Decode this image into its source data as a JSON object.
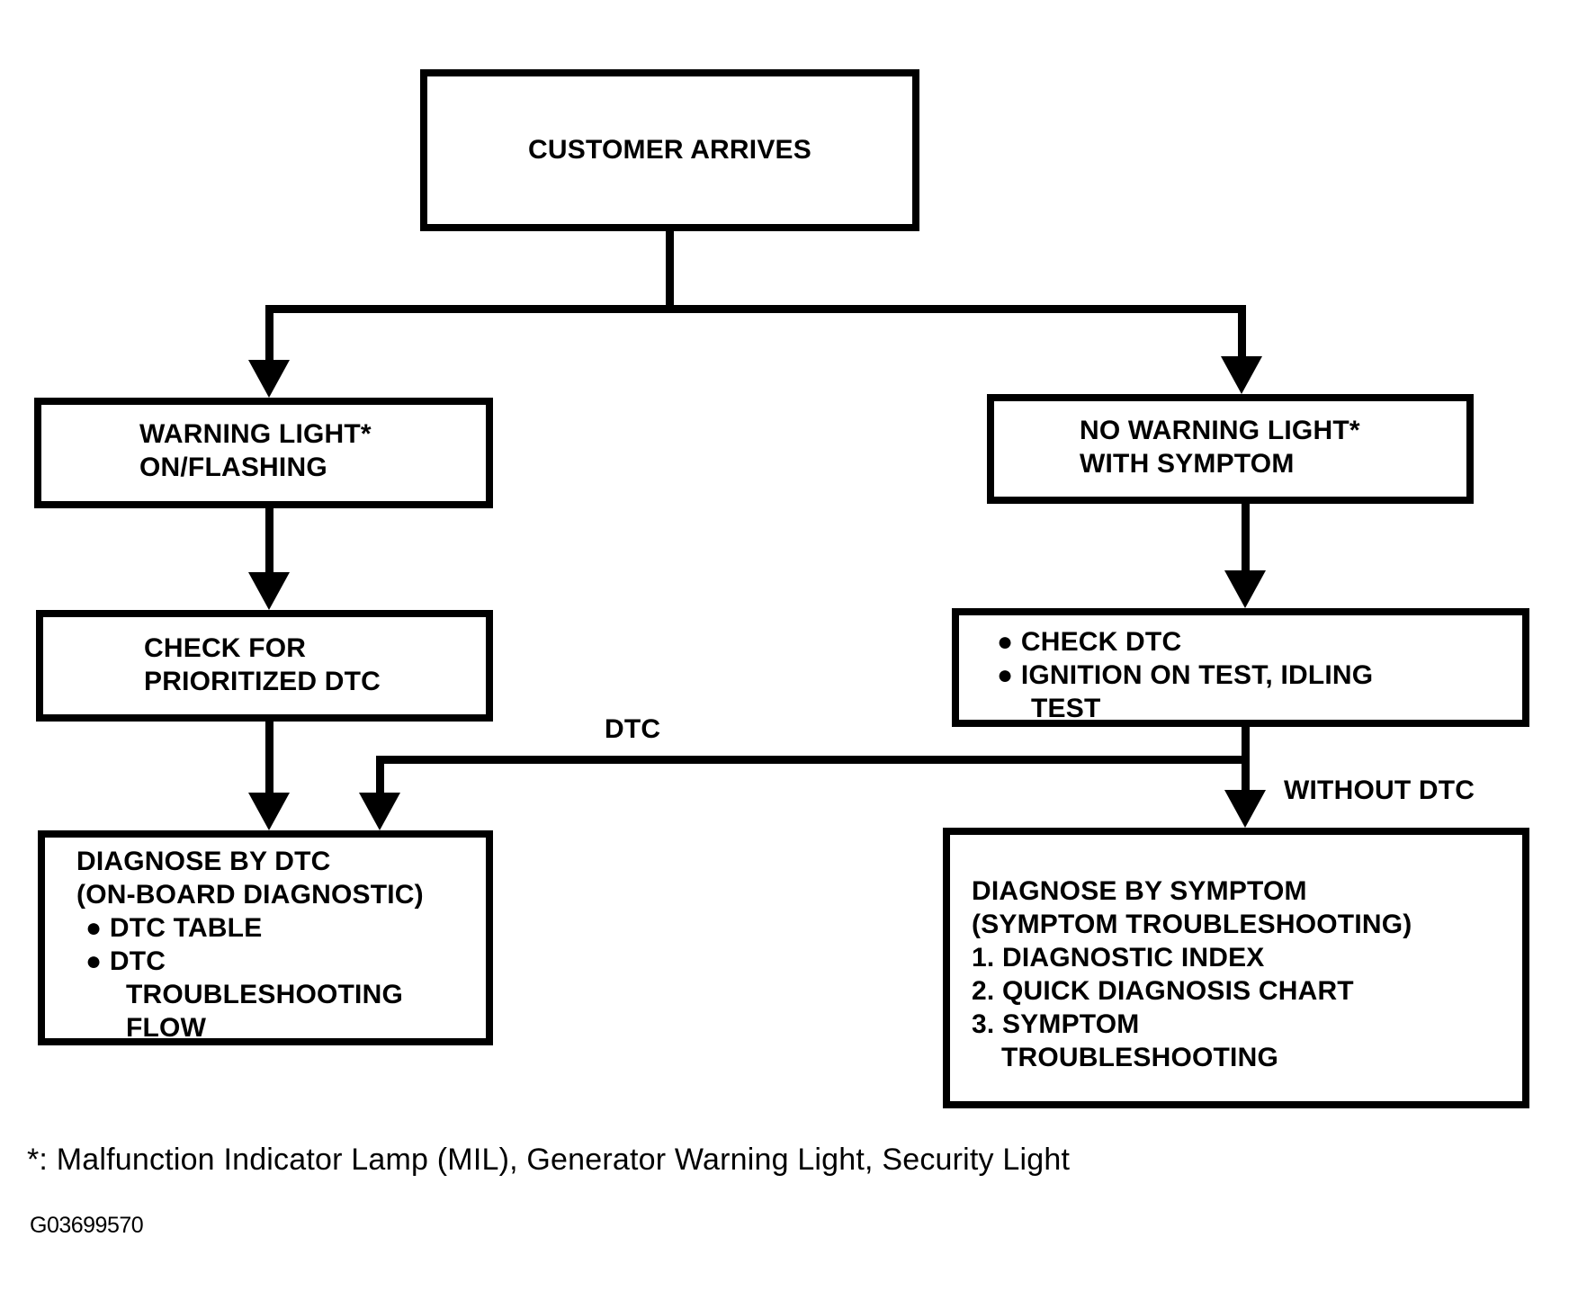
{
  "diagram_title": "CUSTOMER ARRIVES diagnostic flow",
  "nodes": {
    "customer_arrives": {
      "label": "CUSTOMER ARRIVES"
    },
    "warning_light": {
      "lines": [
        "WARNING LIGHT*",
        "ON/FLASHING"
      ]
    },
    "check_prioritized_dtc": {
      "lines": [
        "CHECK FOR",
        "PRIORITIZED DTC"
      ]
    },
    "diagnose_by_dtc": {
      "lines": [
        "DIAGNOSE BY DTC",
        "(ON-BOARD DIAGNOSTIC)",
        "● DTC TABLE",
        "● DTC",
        "TROUBLESHOOTING",
        "FLOW"
      ]
    },
    "no_warning_light": {
      "lines": [
        "NO WARNING LIGHT*",
        "WITH SYMPTOM"
      ]
    },
    "check_dtc_tests": {
      "lines": [
        "● CHECK DTC",
        "● IGNITION ON TEST, IDLING",
        "TEST"
      ]
    },
    "diagnose_by_symptom": {
      "lines": [
        "DIAGNOSE BY SYMPTOM",
        "(SYMPTOM TROUBLESHOOTING)",
        "1. DIAGNOSTIC INDEX",
        "2. QUICK DIAGNOSIS CHART",
        "3. SYMPTOM",
        "TROUBLESHOOTING"
      ]
    }
  },
  "connector_labels": {
    "dtc": "DTC",
    "without_dtc": "WITHOUT DTC"
  },
  "edges": [
    {
      "from": "customer_arrives",
      "to": "warning_light",
      "label": ""
    },
    {
      "from": "customer_arrives",
      "to": "no_warning_light",
      "label": ""
    },
    {
      "from": "warning_light",
      "to": "check_prioritized_dtc",
      "label": ""
    },
    {
      "from": "check_prioritized_dtc",
      "to": "diagnose_by_dtc",
      "label": ""
    },
    {
      "from": "no_warning_light",
      "to": "check_dtc_tests",
      "label": ""
    },
    {
      "from": "check_dtc_tests",
      "to": "diagnose_by_dtc",
      "label": "DTC"
    },
    {
      "from": "check_dtc_tests",
      "to": "diagnose_by_symptom",
      "label": "WITHOUT DTC"
    }
  ],
  "footnote": "*: Malfunction Indicator Lamp (MIL), Generator Warning Light, Security Light",
  "figure_id": "G03699570",
  "colors": {
    "ink": "#000000",
    "background": "#ffffff"
  }
}
